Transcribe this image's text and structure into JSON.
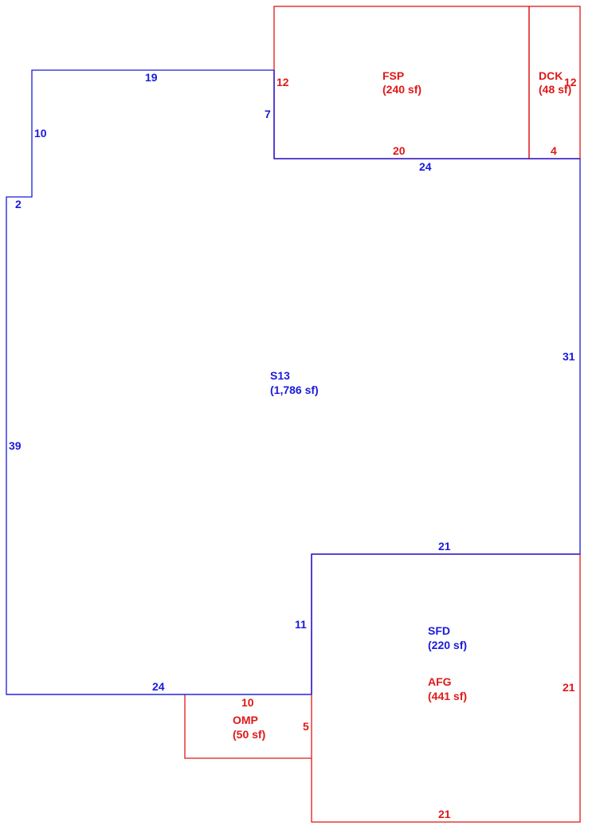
{
  "areas": {
    "s13": {
      "code": "S13",
      "area": "(1,786 sf)",
      "color": "#1a1adc"
    },
    "fsp": {
      "code": "FSP",
      "area": "(240 sf)",
      "color": "#e01818"
    },
    "dck": {
      "code": "DCK",
      "area": "(48 sf)",
      "color": "#e01818"
    },
    "sfd": {
      "code": "SFD",
      "area": "(220 sf)",
      "color": "#1a1adc"
    },
    "afg": {
      "code": "AFG",
      "area": "(441 sf)",
      "color": "#e01818"
    },
    "omp": {
      "code": "OMP",
      "area": "(50 sf)",
      "color": "#e01818"
    }
  },
  "dimensions": {
    "s13_top": "19",
    "s13_left_upper": "10",
    "s13_notch": "2",
    "s13_left": "39",
    "s13_step": "7",
    "s13_top_right": "24",
    "s13_right": "31",
    "s13_inner_top": "21",
    "s13_inner_left": "11",
    "s13_bottom": "24",
    "fsp_left": "12",
    "fsp_bottom": "20",
    "dck_right": "12",
    "dck_bottom": "4",
    "afg_right": "21",
    "afg_bottom": "21",
    "omp_top": "10",
    "omp_right": "5"
  },
  "colors": {
    "main_line": "#1a1adc",
    "addition_line": "#e01818",
    "background": "#ffffff"
  }
}
